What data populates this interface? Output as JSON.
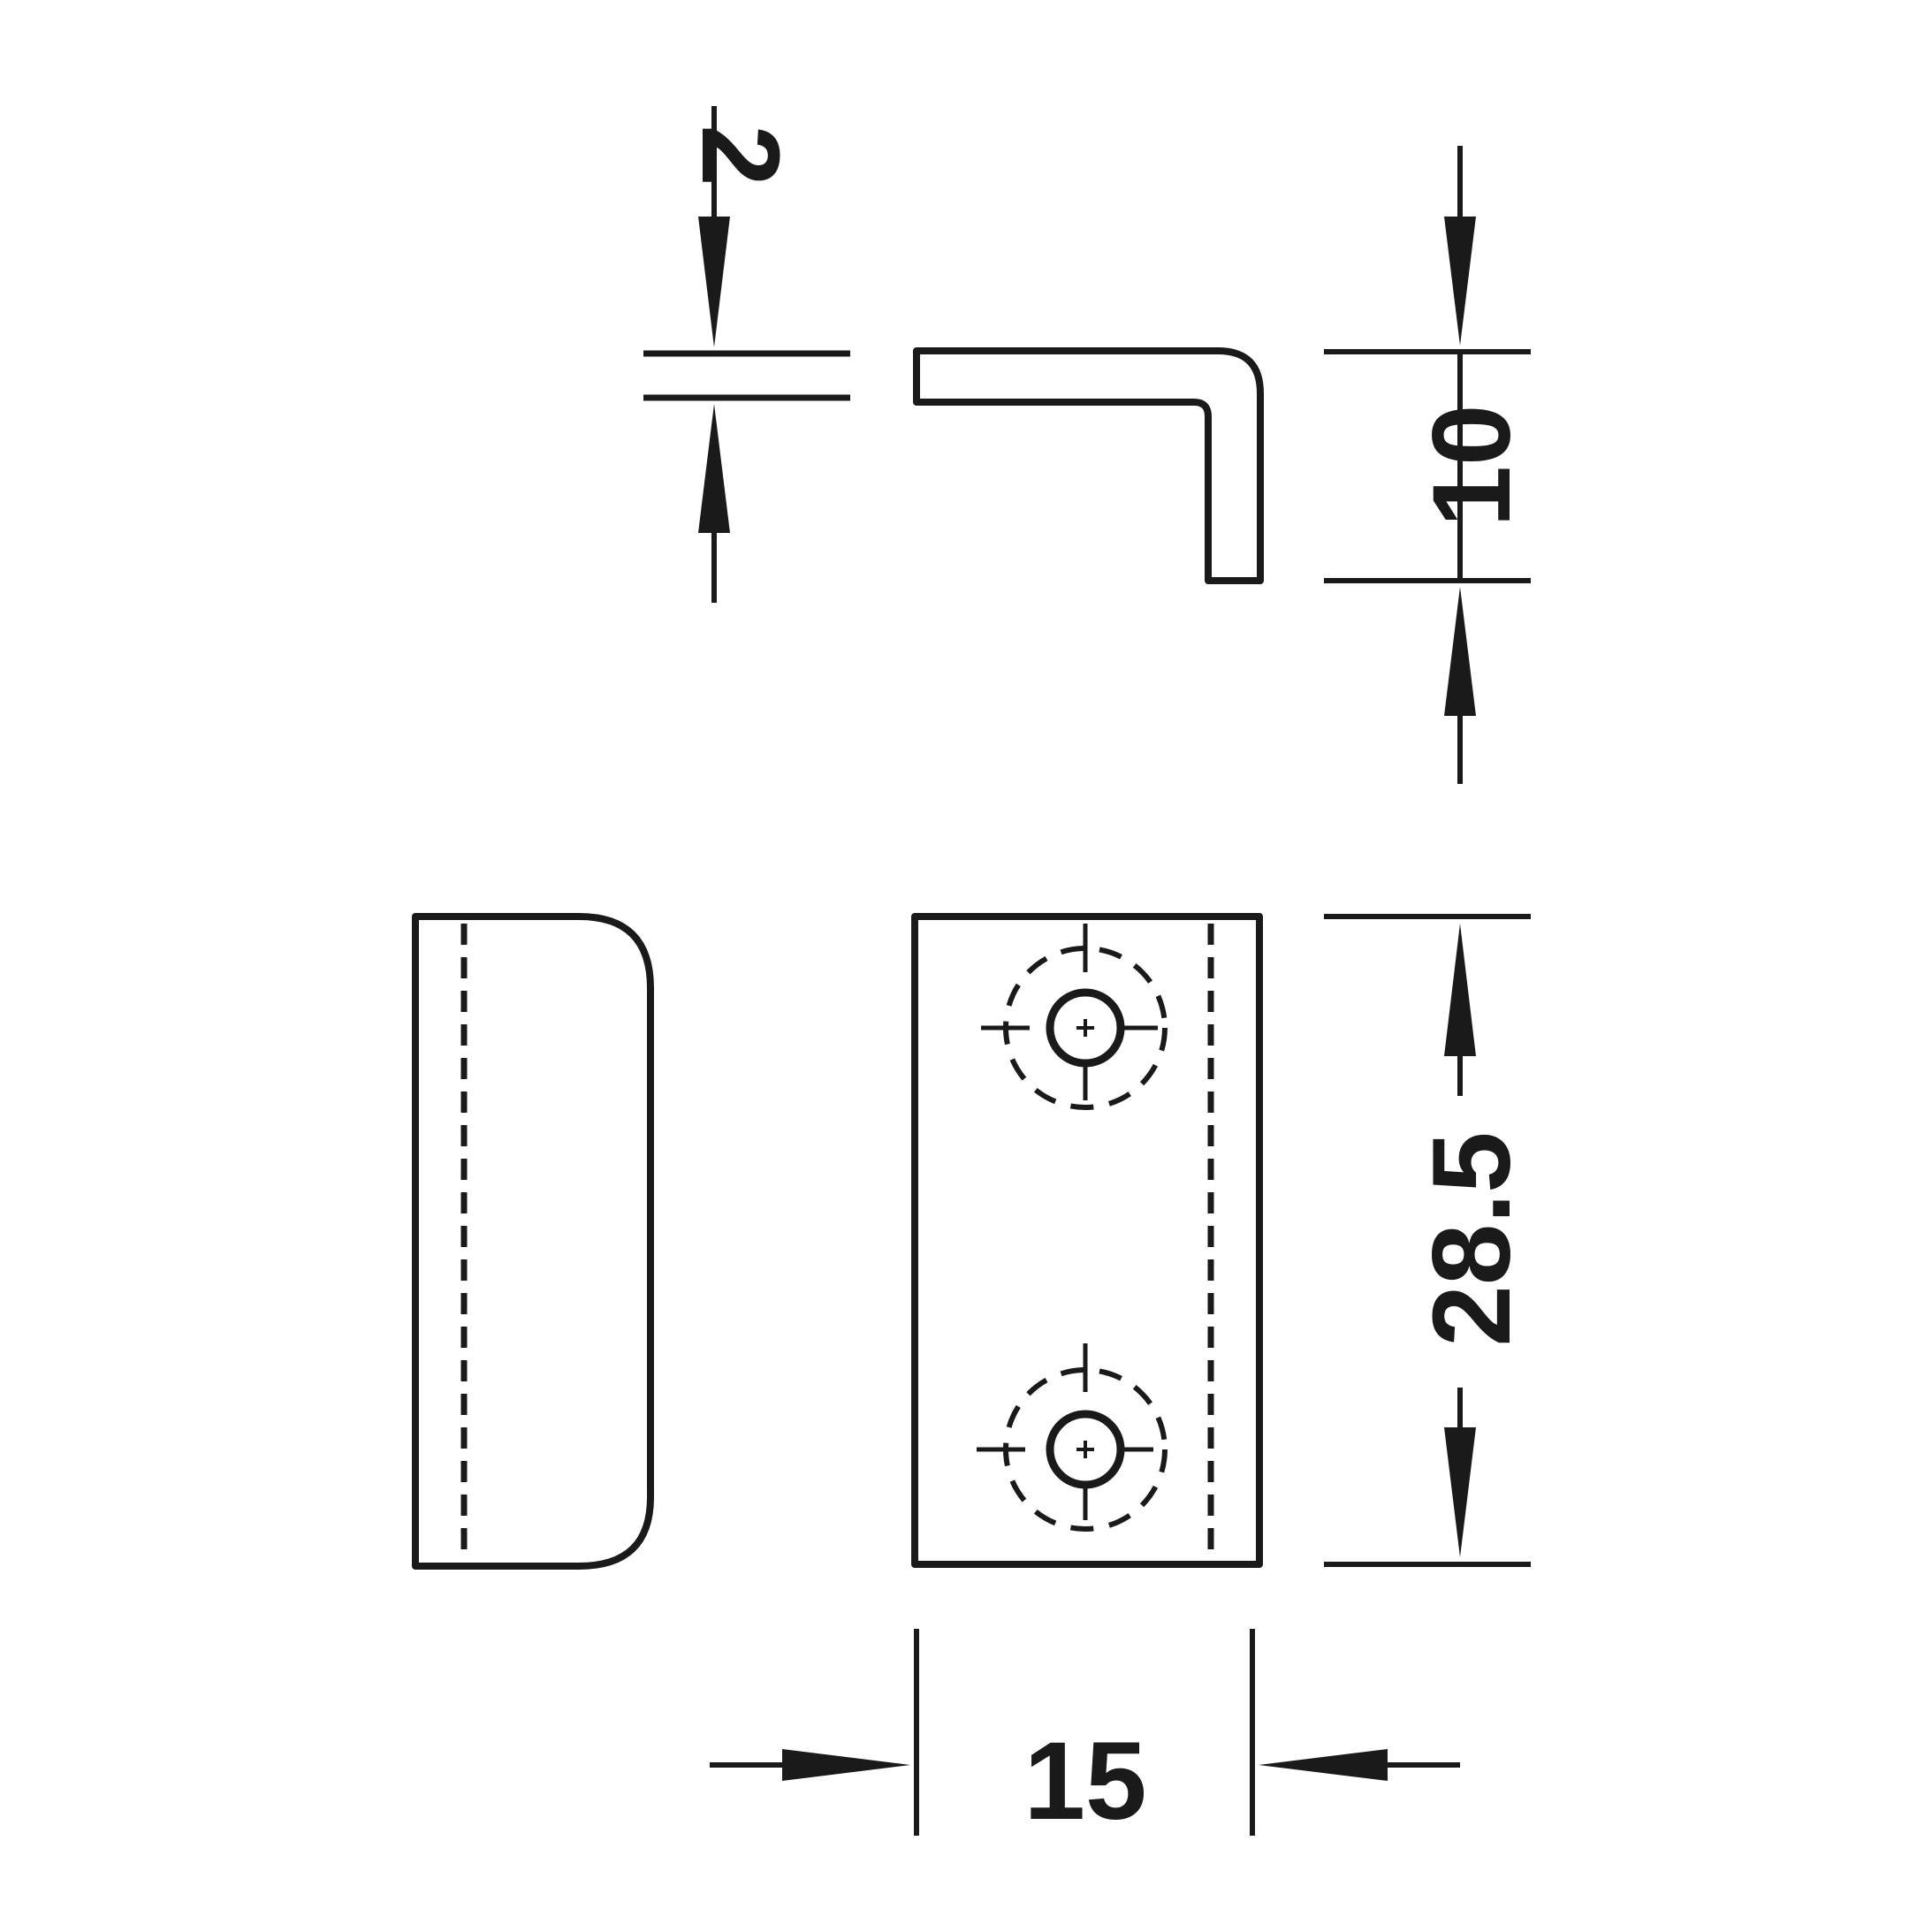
{
  "dimensions": {
    "thickness": "2",
    "height": "10",
    "length": "28.5",
    "width": "15"
  },
  "colors": {
    "line": "#1a1a1a",
    "background": "#ffffff"
  }
}
